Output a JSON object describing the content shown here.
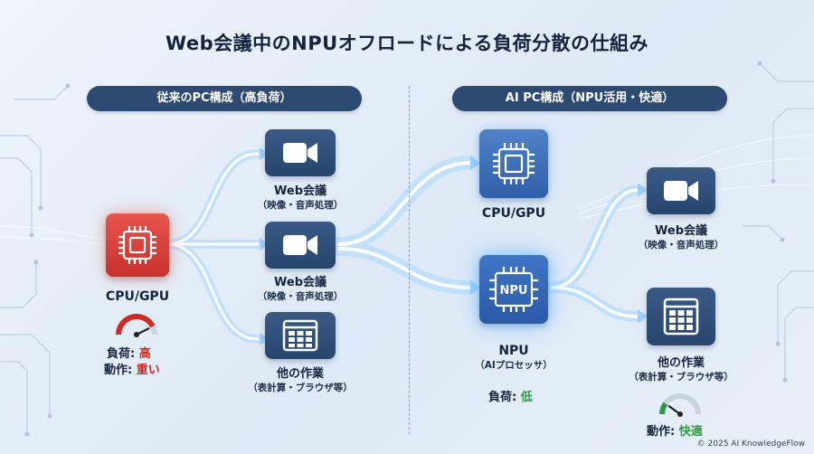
{
  "title": "Web会議中のNPUオフロードによる負荷分散の仕組み",
  "left_section": {
    "header": "従来のPC構成（高負荷）",
    "processor": {
      "label": "CPU/GPU",
      "icon": "chip-icon"
    },
    "load_label": "負荷: ",
    "load_value": "高",
    "action_label": "動作: ",
    "action_value": "重い",
    "gauge_level": 0.85,
    "tasks": [
      {
        "name": "Web会議",
        "sub": "（映像・音声処理）",
        "icon": "video-camera-icon"
      },
      {
        "name": "Web会議",
        "sub": "（映像・音声処理）",
        "icon": "video-camera-icon"
      },
      {
        "name": "他の作業",
        "sub": "（表計算・ブラウザ等）",
        "icon": "spreadsheet-window-icon"
      }
    ]
  },
  "right_section": {
    "header": "AI PC構成（NPU活用・快適）",
    "cpu": {
      "label": "CPU/GPU",
      "icon": "chip-icon"
    },
    "npu": {
      "label": "NPU",
      "sub": "（AIプロセッサ）",
      "chip_text": "NPU",
      "icon": "npu-chip-icon"
    },
    "npu_load_label": "負荷: ",
    "npu_load_value": "低",
    "tasks": [
      {
        "name": "Web会議",
        "sub": "（映像・音声処理）",
        "icon": "video-camera-icon"
      },
      {
        "name": "他の作業",
        "sub": "（表計算・ブラウザ等）",
        "icon": "spreadsheet-window-icon"
      }
    ],
    "action_label": "動作: ",
    "action_value": "快適",
    "gauge_level": 0.2
  },
  "copyright": "© 2025 AI KnowledgeFlow",
  "colors": {
    "navy": "#2d4a72",
    "tile": "#27456d",
    "red": "#d12b25",
    "green": "#2f9a3f",
    "glow": "#6fc3ff"
  }
}
